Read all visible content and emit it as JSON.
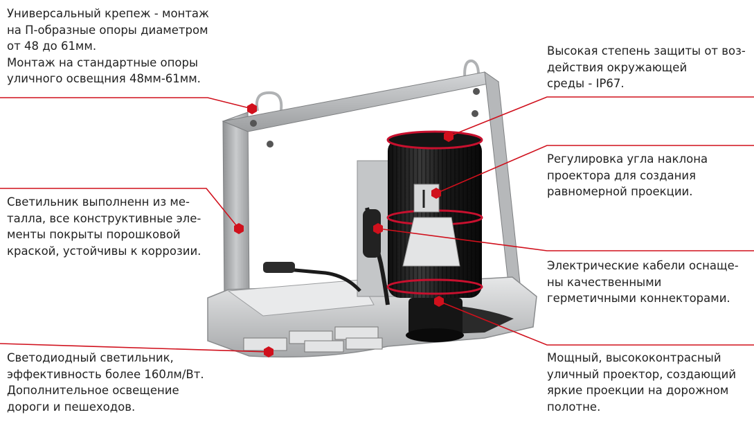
{
  "callouts": {
    "mount": "Универсальный крепеж - монтаж\nна П-образные опоры диаметром\nот 48 до 61мм.\nМонтаж на стандартные опоры\nуличного освещния 48мм-61мм.",
    "metal": "Светильник выполненн из ме-\nталла, все конструктивные эле-\nменты покрыты порошковой\nкраской, устойчивы к коррозии.",
    "led": "Светодиодный светильник,\nэффективность более 160лм/Вт.\nДополнительное освещение\nдороги и пешеходов.",
    "ip67": "Высокая степень защиты от воз-\nдействия окружающей\nсреды - IP67.",
    "angle": "Регулировка угла наклона\nпроектора для создания\nравномерной проекции.",
    "cables": "Электрические кабели оснаще-\nны качественными\nгерметичными коннекторами.",
    "projector": "Мощный, высококонтрасный\nуличный проектор, создающий\nяркие проекции на дорожном\nполотне."
  },
  "colors": {
    "accent": "#d0101c",
    "frame": "#a9abad",
    "body": "#1c1c1c",
    "base": "#cfd1d3",
    "text": "#222222"
  }
}
